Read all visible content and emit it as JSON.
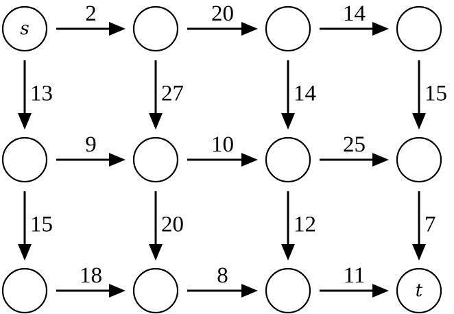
{
  "graph": {
    "nodes": [
      {
        "id": "n00",
        "label": "s"
      },
      {
        "id": "n01",
        "label": ""
      },
      {
        "id": "n02",
        "label": ""
      },
      {
        "id": "n03",
        "label": ""
      },
      {
        "id": "n10",
        "label": ""
      },
      {
        "id": "n11",
        "label": ""
      },
      {
        "id": "n12",
        "label": ""
      },
      {
        "id": "n13",
        "label": ""
      },
      {
        "id": "n20",
        "label": ""
      },
      {
        "id": "n21",
        "label": ""
      },
      {
        "id": "n22",
        "label": ""
      },
      {
        "id": "n23",
        "label": "t"
      }
    ],
    "edges": [
      {
        "from": "n00",
        "to": "n01",
        "weight": "2"
      },
      {
        "from": "n01",
        "to": "n02",
        "weight": "20"
      },
      {
        "from": "n02",
        "to": "n03",
        "weight": "14"
      },
      {
        "from": "n10",
        "to": "n11",
        "weight": "9"
      },
      {
        "from": "n11",
        "to": "n12",
        "weight": "10"
      },
      {
        "from": "n12",
        "to": "n13",
        "weight": "25"
      },
      {
        "from": "n20",
        "to": "n21",
        "weight": "18"
      },
      {
        "from": "n21",
        "to": "n22",
        "weight": "8"
      },
      {
        "from": "n22",
        "to": "n23",
        "weight": "11"
      },
      {
        "from": "n00",
        "to": "n10",
        "weight": "13"
      },
      {
        "from": "n01",
        "to": "n11",
        "weight": "27"
      },
      {
        "from": "n02",
        "to": "n12",
        "weight": "14"
      },
      {
        "from": "n03",
        "to": "n13",
        "weight": "15"
      },
      {
        "from": "n10",
        "to": "n20",
        "weight": "15"
      },
      {
        "from": "n11",
        "to": "n21",
        "weight": "20"
      },
      {
        "from": "n12",
        "to": "n22",
        "weight": "12"
      },
      {
        "from": "n13",
        "to": "n23",
        "weight": "7"
      }
    ]
  }
}
